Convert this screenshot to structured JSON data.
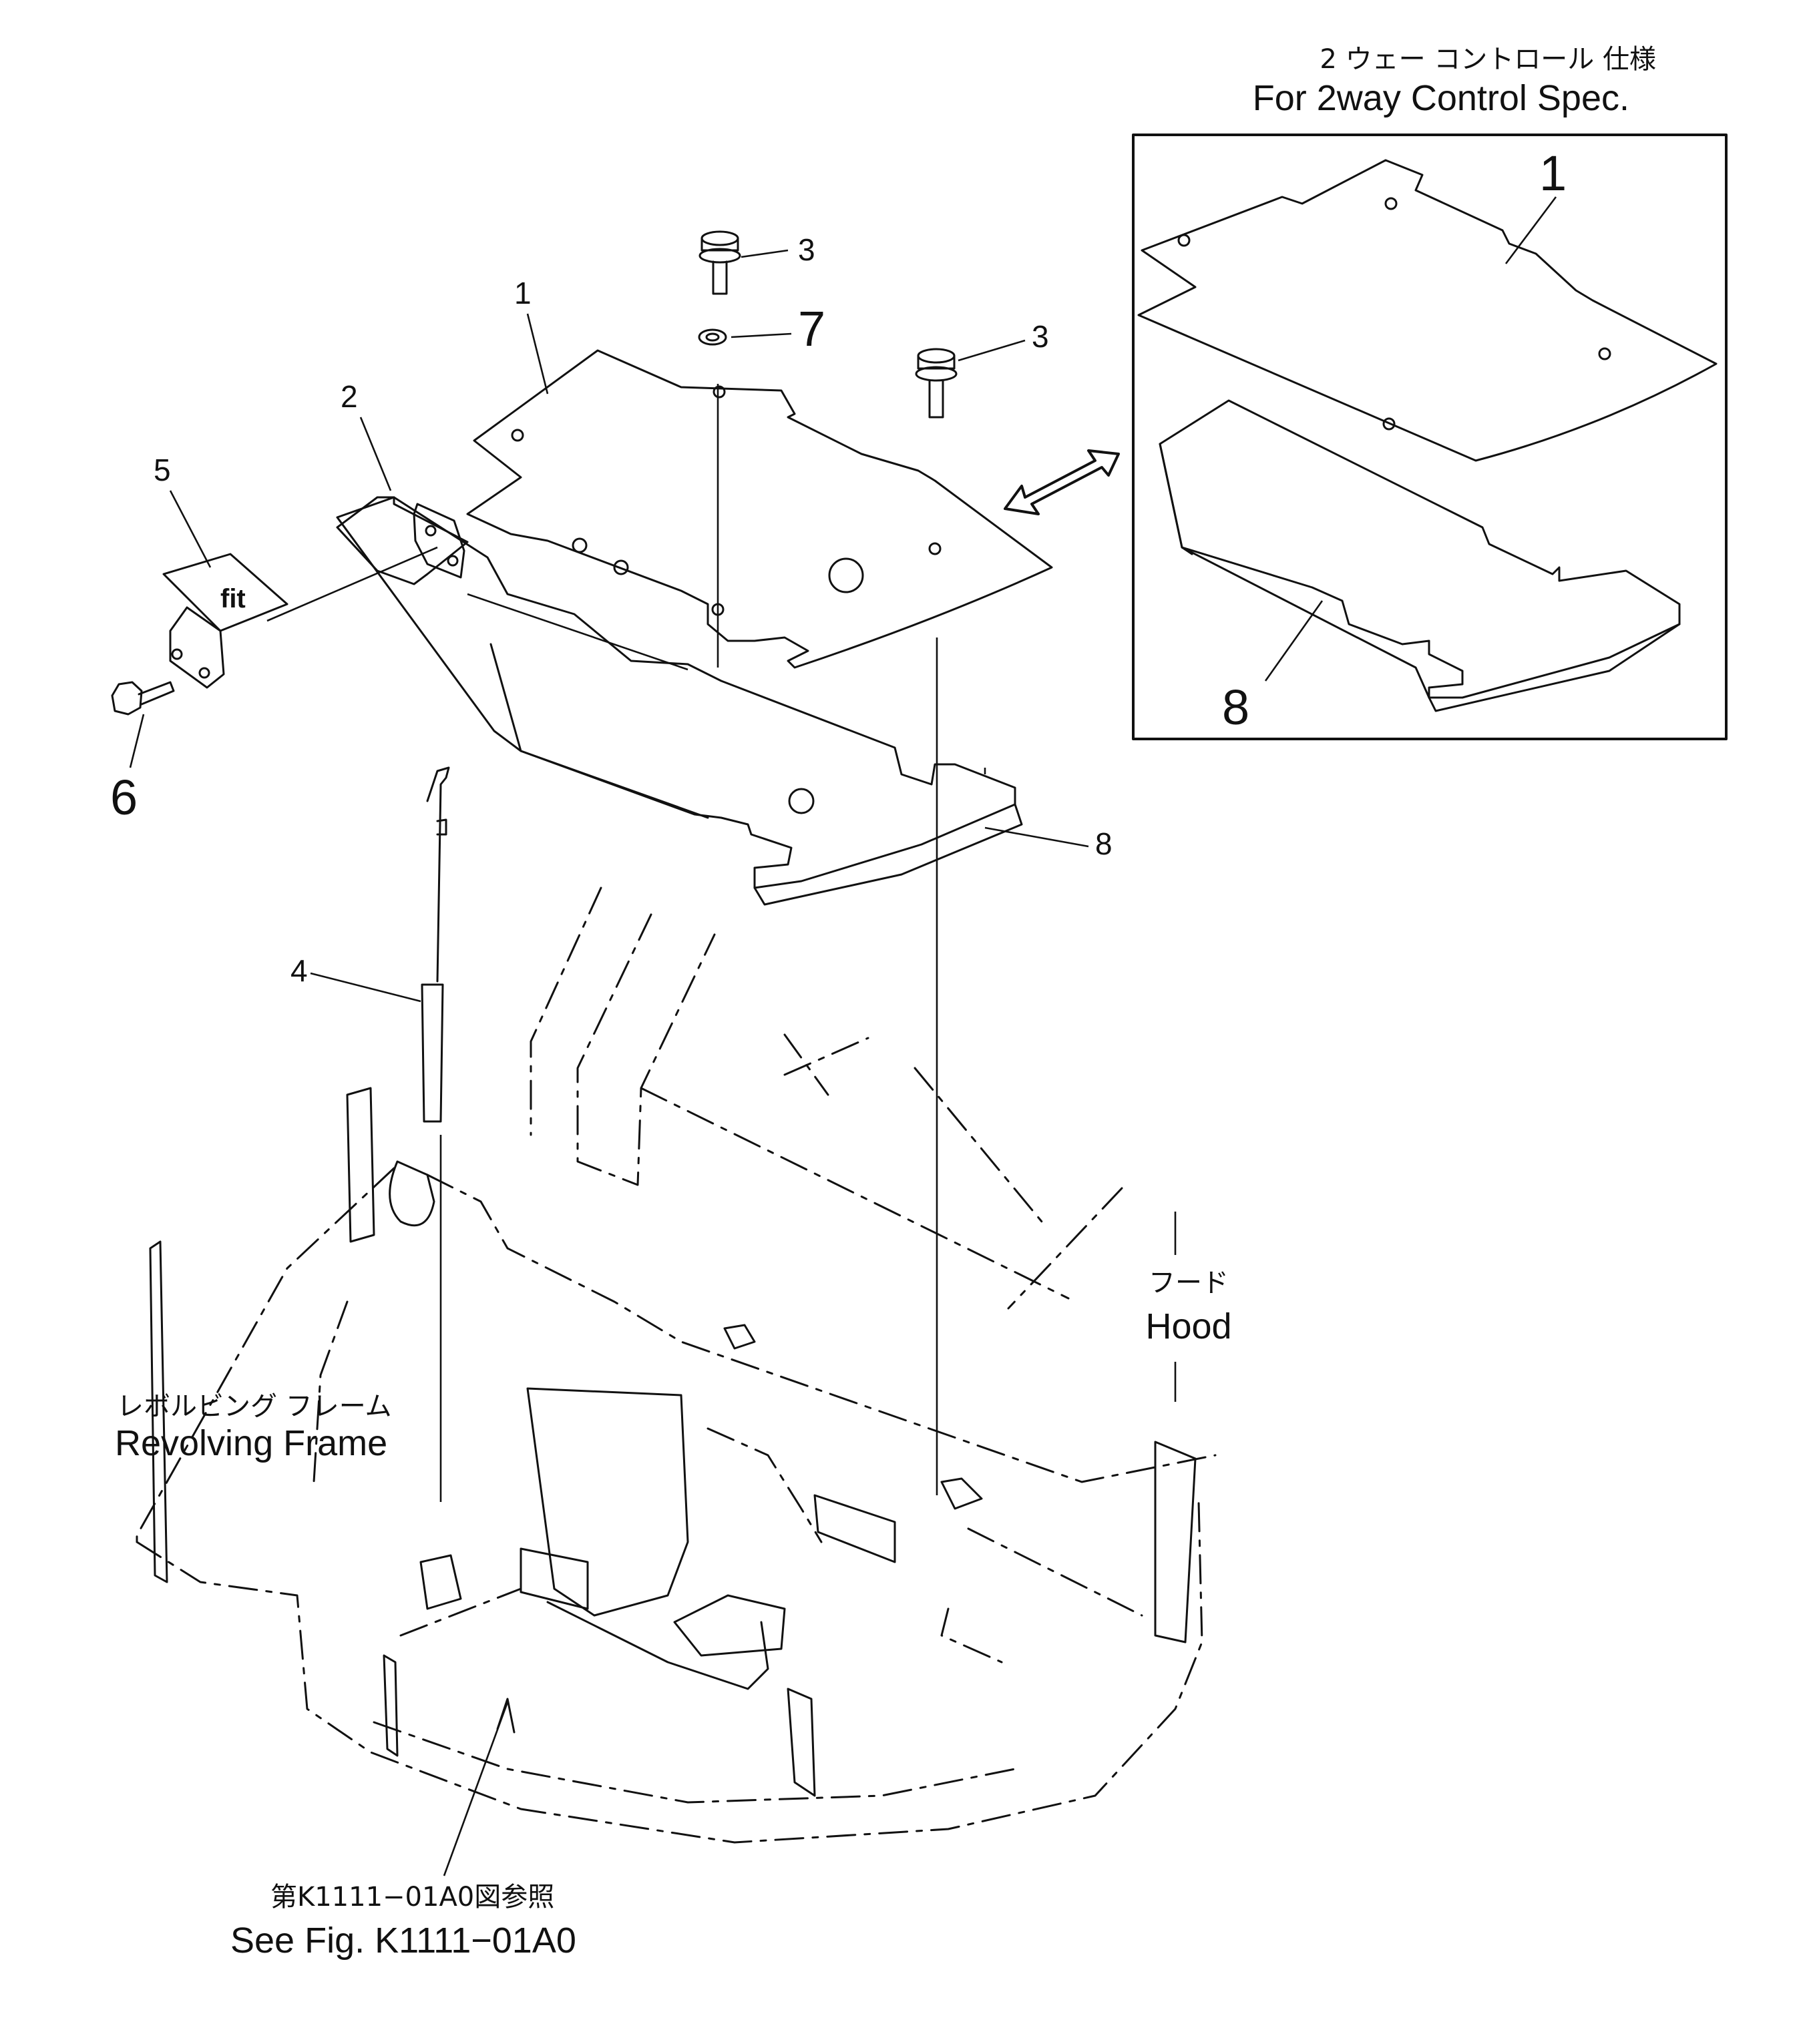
{
  "inset": {
    "caption_jp": "2 ウェー コントロール 仕様",
    "caption_en": "For 2way Control Spec.",
    "callouts": [
      {
        "id": "1",
        "label": "1"
      },
      {
        "id": "8",
        "label": "8"
      }
    ]
  },
  "callouts": [
    {
      "id": "1",
      "label": "1"
    },
    {
      "id": "2",
      "label": "2"
    },
    {
      "id": "3a",
      "label": "3"
    },
    {
      "id": "3b",
      "label": "3"
    },
    {
      "id": "4",
      "label": "4"
    },
    {
      "id": "5",
      "label": "5"
    },
    {
      "id": "6",
      "label": "6"
    },
    {
      "id": "7",
      "label": "7"
    },
    {
      "id": "8",
      "label": "8"
    }
  ],
  "labels": {
    "hood_jp": "フード",
    "hood_en": "Hood",
    "frame_jp": "レボルビング フレーム",
    "frame_en": "Revolving Frame",
    "ref_jp": "第K1111−01A0図参照",
    "ref_en": "See Fig. K1111−01A0",
    "bracket_mark": "fit"
  }
}
